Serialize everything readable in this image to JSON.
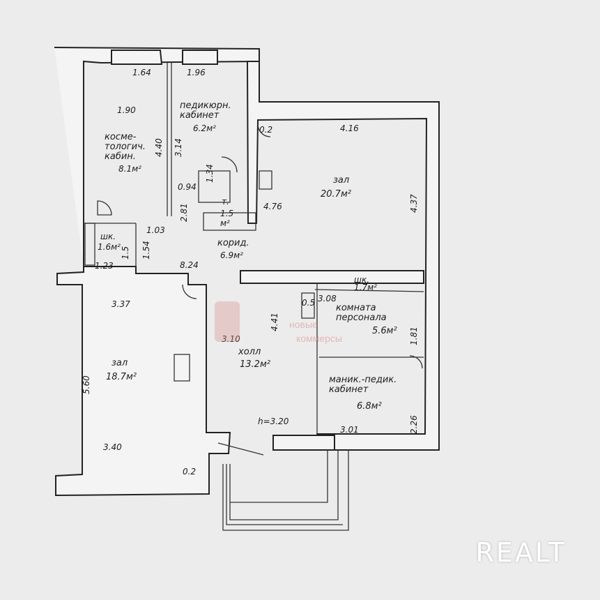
{
  "rooms": {
    "cosmetology": {
      "w": "1.64",
      "d1": "1.90",
      "name": "косме-\nтологич.\nкабин.",
      "area": "8.1м²",
      "len": "4.40"
    },
    "pedicure": {
      "w": "1.96",
      "name": "педикюрн.\nкабинет",
      "area": "6.2м²",
      "len": "3.14",
      "d2": "0.94"
    },
    "wc": {
      "name": "т.",
      "area": "1.5\nм²",
      "d": "1.34"
    },
    "hall_top": {
      "name": "зал",
      "area": "20.7м²",
      "w": "4.16",
      "h": "4.37",
      "d": "4.76",
      "corner": "0.2"
    },
    "corridor": {
      "name": "корид.",
      "area": "6.9м²",
      "d1": "2.81",
      "d2": "1.03",
      "d3": "1.54",
      "len": "8.24"
    },
    "closet1": {
      "name": "шк.",
      "area": "1.6м²",
      "d1": "1.23",
      "d2": "1.5"
    },
    "closet2": {
      "name": "шк.",
      "area": "1.7м²"
    },
    "staff": {
      "name": "комната\nперсонала",
      "area": "5.6м²",
      "d1": "3.08",
      "d2": "0.5",
      "d3": "1.81"
    },
    "hall_left": {
      "name": "зал",
      "area": "18.7м²",
      "w1": "3.37",
      "w2": "3.40",
      "h": "5.60",
      "corner": "0.2"
    },
    "lobby": {
      "name": "холл",
      "area": "13.2м²",
      "d1": "3.10",
      "d2": "4.41",
      "height": "h=3.20"
    },
    "manicure": {
      "name": "маник.-педик.\nкабинет",
      "area": "6.8м²",
      "w": "3.01",
      "h": "2.26"
    }
  },
  "watermark": {
    "text1": "новые",
    "text2": "коммерсы"
  },
  "logo": "REALT"
}
